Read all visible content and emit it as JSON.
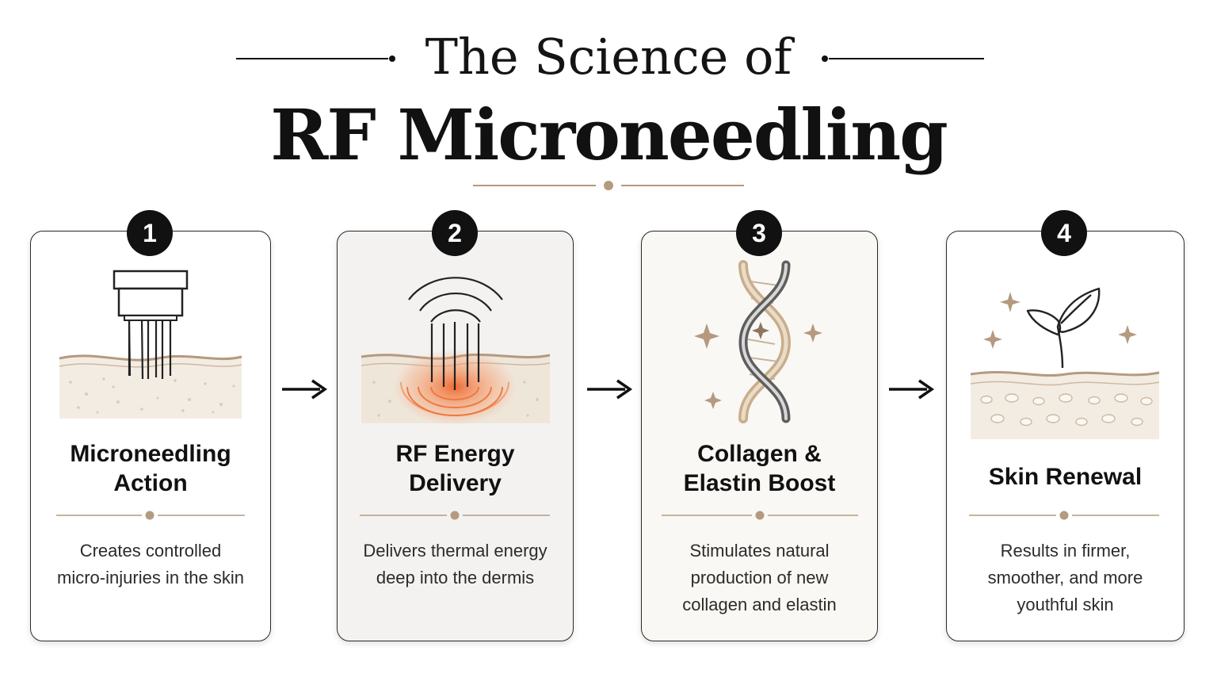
{
  "header": {
    "title_line_1": "The Science of",
    "title_line_2": "RF Microneedling"
  },
  "steps": [
    {
      "number": "1",
      "title_line_1": "Microneedling",
      "title_line_2": "Action",
      "desc_lines": [
        "Creates controlled",
        "micro-injuries in the skin"
      ]
    },
    {
      "number": "2",
      "title_line_1": "RF Energy",
      "title_line_2": "Delivery",
      "desc_lines": [
        "Delivers thermal energy",
        "deep into the dermis"
      ]
    },
    {
      "number": "3",
      "title_line_1": "Collagen &",
      "title_line_2": "Elastin Boost",
      "desc_lines": [
        "Stimulates natural",
        "production of new",
        "collagen and elastin"
      ]
    },
    {
      "number": "4",
      "title_line_1": "Skin Renewal",
      "title_line_2": "",
      "desc_lines": [
        "Results in firmer,",
        "smoother, and more",
        "youthful skin"
      ]
    }
  ],
  "colors": {
    "accent_tan": "#b49a7f",
    "skin_fill": "#f3ece2",
    "heat_orange": "#f07840",
    "badge": "#111111"
  },
  "icons": [
    "microneedle-device-icon",
    "rf-waves-icon",
    "dna-helix-icon",
    "sprout-icon",
    "arrow-right-icon",
    "sparkle-icon"
  ]
}
